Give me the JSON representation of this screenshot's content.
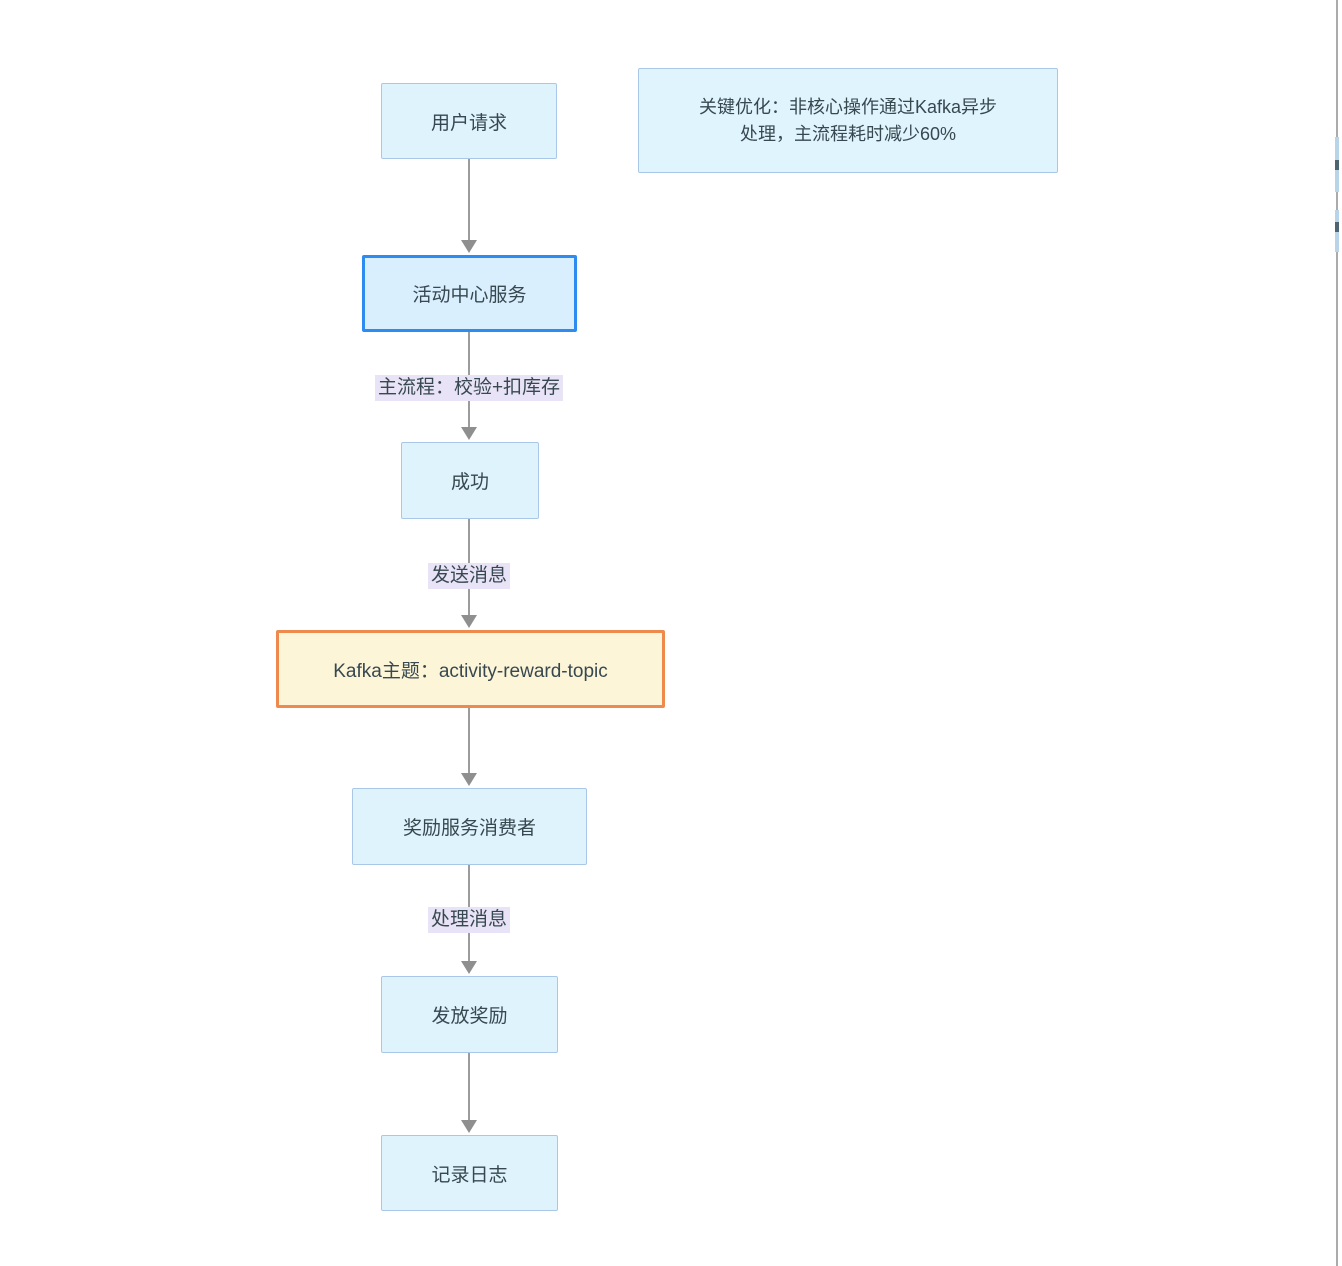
{
  "diagram": {
    "nodes": [
      {
        "id": "user-request",
        "label": "用户请求",
        "type": "default"
      },
      {
        "id": "activity-center",
        "label": "活动中心服务",
        "type": "highlight"
      },
      {
        "id": "success",
        "label": "成功",
        "type": "default"
      },
      {
        "id": "kafka-topic",
        "label": "Kafka主题：activity-reward-topic",
        "type": "kafka"
      },
      {
        "id": "reward-consumer",
        "label": "奖励服务消费者",
        "type": "default"
      },
      {
        "id": "grant-reward",
        "label": "发放奖励",
        "type": "default"
      },
      {
        "id": "record-log",
        "label": "记录日志",
        "type": "default"
      }
    ],
    "edge_labels": [
      {
        "label": "主流程：校验+扣库存"
      },
      {
        "label": "发送消息"
      },
      {
        "label": "处理消息"
      }
    ],
    "note": {
      "text": "关键优化：非核心操作通过Kafka异步\n处理，主流程耗时减少60%"
    },
    "colors": {
      "node_fill": "#dff3fd",
      "node_border": "#a9c8e8",
      "highlight_fill": "#d9effd",
      "highlight_border": "#2e8bf0",
      "kafka_fill": "#fdf5d7",
      "kafka_border": "#ee8a4d",
      "note_fill": "#e0f4fd",
      "edge_label_bg": "#e8e3f6",
      "edge_line": "#9c9c9c",
      "text": "#374850",
      "background": "#ffffff"
    }
  }
}
